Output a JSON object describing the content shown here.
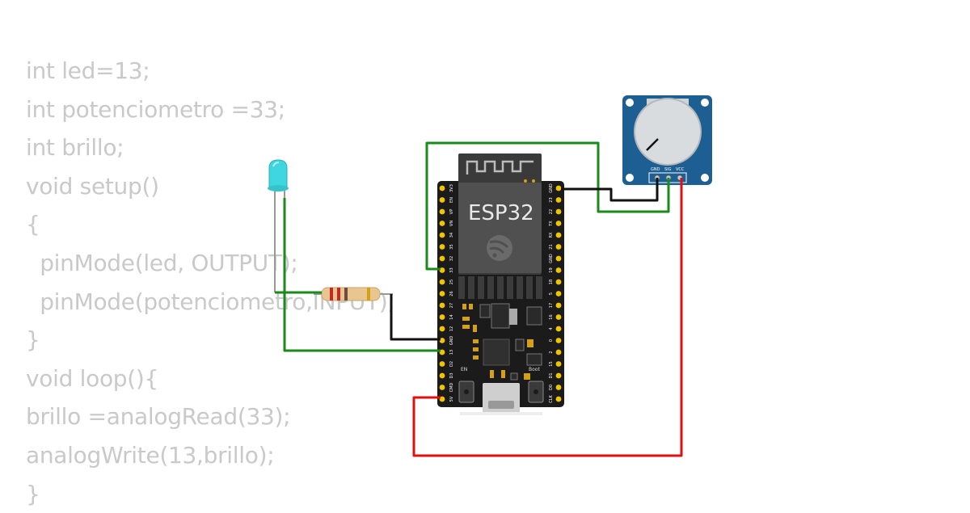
{
  "code_lines": [
    "int led=13;",
    "int potenciometro =33;",
    "int brillo;",
    "void setup()",
    "{",
    "  pinMode(led, OUTPUT);",
    "  pinMode(potenciometro,INPUT);",
    "}",
    "void loop(){",
    "brillo =analogRead(33);",
    "analogWrite(13,brillo);",
    "}"
  ],
  "board": {
    "chip_label": "ESP32",
    "en_label": "EN",
    "boot_label": "Boot",
    "left_pins": [
      "3V3",
      "EN",
      "VP",
      "VN",
      "34",
      "35",
      "32",
      "33",
      "25",
      "26",
      "27",
      "14",
      "12",
      "GND",
      "13",
      "D2",
      "D3",
      "CMD",
      "5V"
    ],
    "right_pins": [
      "GND",
      "23",
      "22",
      "TX",
      "RX",
      "21",
      "GND",
      "19",
      "18",
      "5",
      "17",
      "16",
      "4",
      "0",
      "2",
      "15",
      "D1",
      "D0",
      "CLK"
    ]
  },
  "potentiometer": {
    "pins": [
      "GND",
      "SIG",
      "VCC"
    ]
  },
  "colors": {
    "code_text": "#c9c9c9",
    "wire_green": "#1a8a1a",
    "wire_red": "#dd1111",
    "wire_black": "#111111",
    "board": "#1b1b1b",
    "pot_board": "#1d5f92",
    "led": "#3fd6df"
  }
}
